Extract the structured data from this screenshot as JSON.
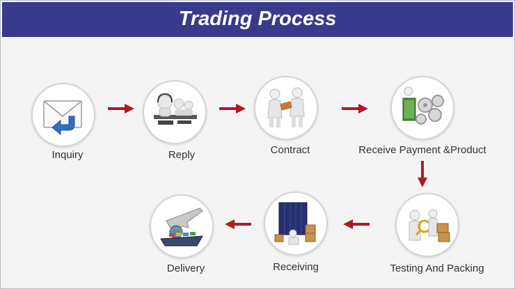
{
  "title": "Trading Process",
  "colors": {
    "banner": "#3a3a8c",
    "arrow": "#b11a22",
    "accent_blue": "#2f6fbf"
  },
  "steps": [
    {
      "label": "Inquiry",
      "icon": "envelope-icon"
    },
    {
      "label": "Reply",
      "icon": "headset-operators-icon"
    },
    {
      "label": "Contract",
      "icon": "handshake-figures-icon"
    },
    {
      "label": "Receive  Payment &Product",
      "icon": "money-gears-icon"
    },
    {
      "label": "Testing And Packing",
      "icon": "inspection-boxes-icon"
    },
    {
      "label": "Receiving",
      "icon": "container-boxes-icon"
    },
    {
      "label": "Delivery",
      "icon": "plane-ship-icon"
    }
  ]
}
